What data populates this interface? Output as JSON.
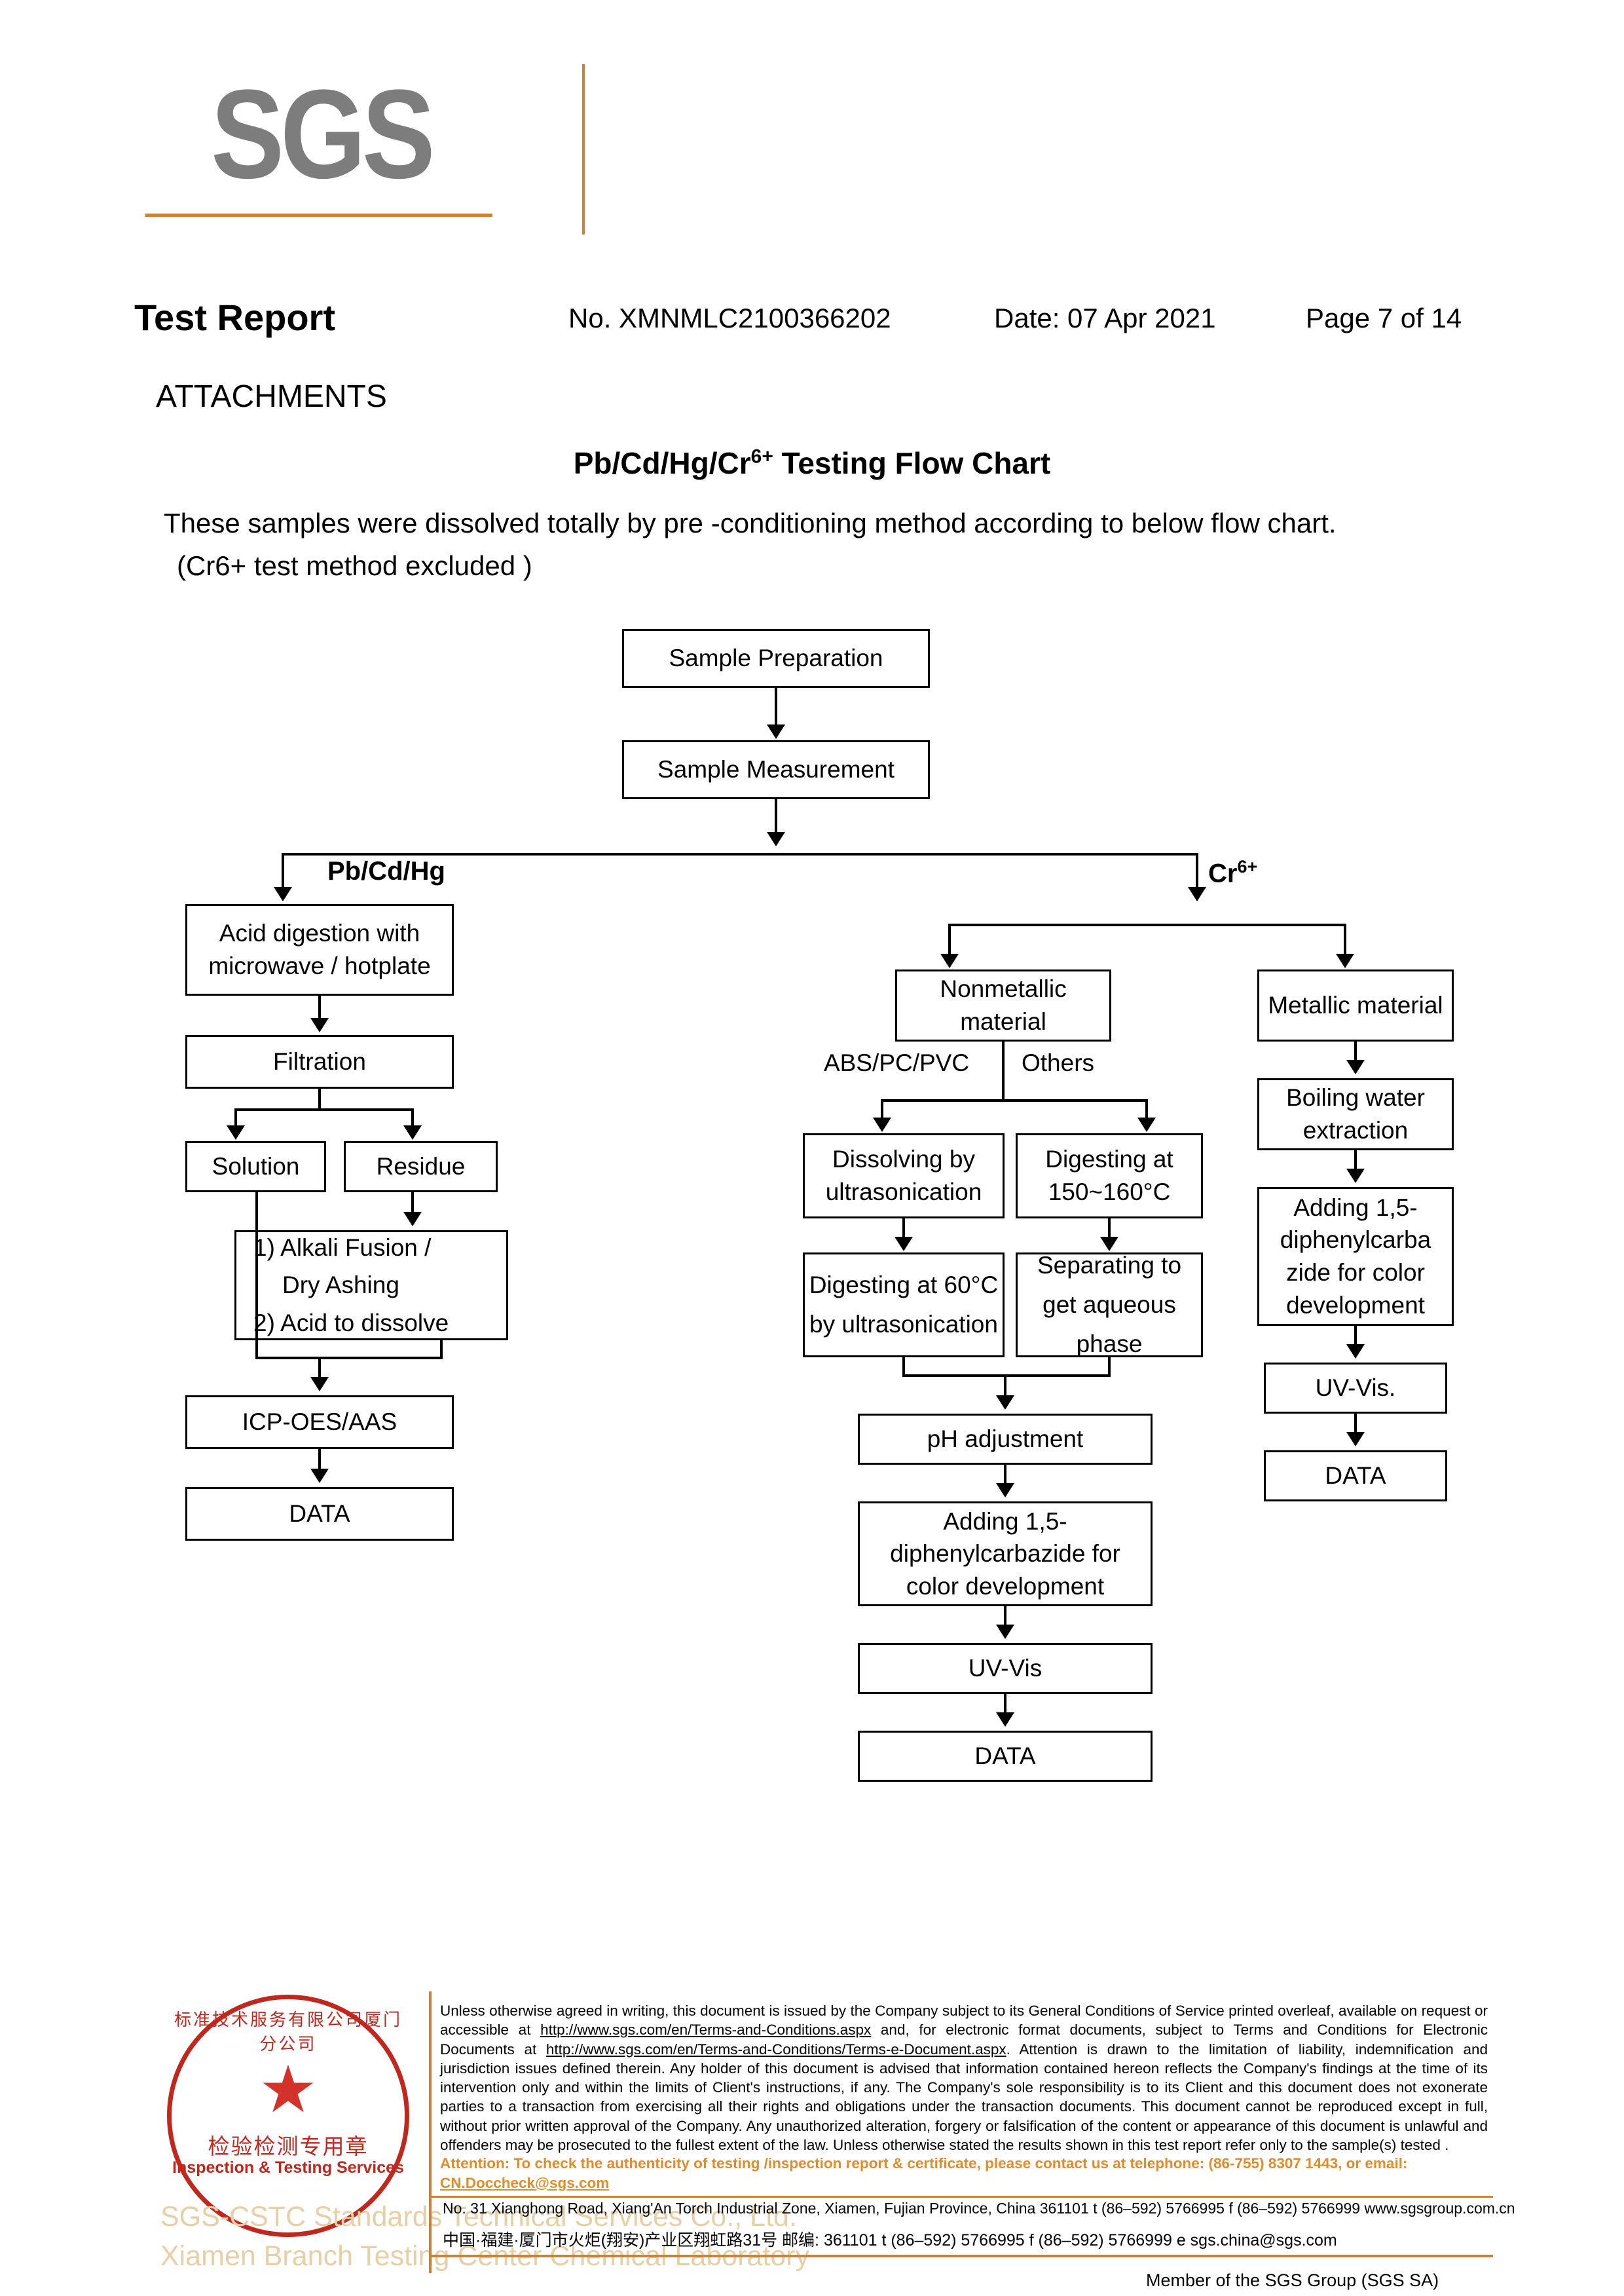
{
  "logo": {
    "text": "SGS"
  },
  "header": {
    "title": "Test Report",
    "report_no": "No. XMNMLC2100366202",
    "date": "Date: 07 Apr 2021",
    "page": "Page 7 of 14",
    "section": "ATTACHMENTS"
  },
  "flow": {
    "title_main": "Pb/Cd/Hg/Cr",
    "title_sup": "6+",
    "title_rest": " Testing Flow Chart",
    "intro_line1": "These samples were dissolved totally by pre -conditioning method according to below flow chart.",
    "intro_line2": "(Cr6+ test method excluded )"
  },
  "chart_data": {
    "type": "flowchart",
    "title": "Pb/Cd/Hg/Cr6+ Testing Flow Chart",
    "nodes": {
      "sample_preparation": "Sample Preparation",
      "sample_measurement": "Sample Measurement",
      "acid_digestion": "Acid digestion with microwave / hotplate",
      "filtration": "Filtration",
      "solution": "Solution",
      "residue": "Residue",
      "alkali_fusion_l1": "1) Alkali Fusion /",
      "alkali_fusion_l2": "Dry Ashing",
      "alkali_fusion_l3": "2) Acid to dissolve",
      "icp_oes_aas": "ICP-OES/AAS",
      "data_left": "DATA",
      "nonmetallic_material": "Nonmetallic material",
      "metallic_material": "Metallic material",
      "dissolving_ultrasonication": "Dissolving by ultrasonication",
      "digesting_150_160": "Digesting at 150~160°C",
      "digesting_60_ultrasonication": "Digesting at 60°C by ultrasonication",
      "separating_aqueous": "Separating to get aqueous phase",
      "ph_adjustment": "pH adjustment",
      "adding_dpc_mid": "Adding 1,5-diphenylcarbazide for color development",
      "uv_vis_mid": "UV-Vis",
      "data_mid": "DATA",
      "boiling_water": "Boiling water extraction",
      "adding_dpc_right": "Adding 1,5-diphenylcarbazide for color development",
      "uv_vis_right": "UV-Vis.",
      "data_right": "DATA"
    },
    "branch_labels": {
      "pb_cd_hg": "Pb/Cd/Hg",
      "cr6_base": "Cr",
      "cr6_sup": "6+",
      "abs_pc_pvc": "ABS/PC/PVC",
      "others": "Others"
    },
    "edges": [
      [
        "sample_preparation",
        "sample_measurement"
      ],
      [
        "sample_measurement",
        "acid_digestion",
        "Pb/Cd/Hg"
      ],
      [
        "sample_measurement",
        "nonmetallic_material",
        "Cr6+"
      ],
      [
        "sample_measurement",
        "metallic_material",
        "Cr6+"
      ],
      [
        "acid_digestion",
        "filtration"
      ],
      [
        "filtration",
        "solution"
      ],
      [
        "filtration",
        "residue"
      ],
      [
        "residue",
        "alkali_fusion"
      ],
      [
        "solution",
        "icp_oes_aas"
      ],
      [
        "alkali_fusion",
        "icp_oes_aas"
      ],
      [
        "icp_oes_aas",
        "data_left"
      ],
      [
        "nonmetallic_material",
        "dissolving_ultrasonication",
        "ABS/PC/PVC"
      ],
      [
        "nonmetallic_material",
        "digesting_150_160",
        "Others"
      ],
      [
        "dissolving_ultrasonication",
        "digesting_60_ultrasonication"
      ],
      [
        "digesting_150_160",
        "separating_aqueous"
      ],
      [
        "digesting_60_ultrasonication",
        "ph_adjustment"
      ],
      [
        "separating_aqueous",
        "ph_adjustment"
      ],
      [
        "ph_adjustment",
        "adding_dpc_mid"
      ],
      [
        "adding_dpc_mid",
        "uv_vis_mid"
      ],
      [
        "uv_vis_mid",
        "data_mid"
      ],
      [
        "metallic_material",
        "boiling_water"
      ],
      [
        "boiling_water",
        "adding_dpc_right"
      ],
      [
        "adding_dpc_right",
        "uv_vis_right"
      ],
      [
        "uv_vis_right",
        "data_right"
      ]
    ]
  },
  "box_text": {
    "sample_preparation": "Sample Preparation",
    "sample_measurement": "Sample Measurement",
    "acid_digestion": "Acid digestion with microwave / hotplate",
    "filtration": "Filtration",
    "solution": "Solution",
    "residue": "Residue",
    "alkali": "1) Alkali Fusion / Dry Ashing\n2) Acid to dissolve",
    "icp": "ICP-OES/AAS",
    "data_left": "DATA",
    "nonmetallic": "Nonmetallic material",
    "metallic": "Metallic material",
    "dissolving": "Dissolving by ultrasonication",
    "digest150": "Digesting at 150~160°C",
    "digest60": "Digesting at 60°C by ultrasonication",
    "separating": "Separating to get aqueous phase",
    "ph": "pH adjustment",
    "dpc_mid": "Adding 1,5-diphenylcarbazide for color development",
    "uvvis_mid": "UV-Vis",
    "data_mid": "DATA",
    "boiling": "Boiling water extraction",
    "dpc_right": "Adding 1,5-diphenylcarba zide for color development",
    "uvvis_right": "UV-Vis.",
    "data_right": "DATA"
  },
  "stamp": {
    "arc_top": "标准技术服务有限公司厦门分公司",
    "chinese": "检验检测专用章",
    "english": "Inspection & Testing Services",
    "watermark_line1": "SGS-CSTC Standards Technical Services Co., Ltd.",
    "watermark_line2": "Xiamen Branch Testing Center Chemical Laboratory"
  },
  "footer": {
    "legal_p1": "Unless otherwise agreed in writing, this document is issued by the Company subject to its General Conditions of Service printed overleaf, available on request or accessible at ",
    "legal_url1": "http://www.sgs.com/en/Terms-and-Conditions.aspx",
    "legal_p2": " and, for electronic format documents, subject to Terms and Conditions for Electronic Documents at ",
    "legal_url2": "http://www.sgs.com/en/Terms-and-Conditions/Terms-e-Document.aspx",
    "legal_p3": ". Attention is drawn to the limitation of liability, indemnification and jurisdiction issues defined therein. Any holder of this document is advised that information contained hereon reflects the Company's findings at the time of its intervention only and within the limits of Client's instructions, if any. The Company's sole responsibility is to its Client and this document does not exonerate parties to a transaction from exercising all their rights and obligations under the transaction documents. This document cannot be reproduced except in full, without prior written approval of the Company. Any unauthorized alteration, forgery or falsification of the content or appearance of this document is unlawful and offenders may be prosecuted to the fullest extent of the law. Unless otherwise stated the results shown in this test report refer only to the sample(s) tested .",
    "attention_p1": "Attention: To check the authenticity of testing /inspection report & certificate, please contact us at telephone: (86-755) 8307 1443, or email: ",
    "attention_email": "CN.Doccheck@sgs.com",
    "address_en": "No. 31 Xianghong Road, Xiang'An Torch Industrial Zone, Xiamen, Fujian Province, China 361101    t (86–592) 5766995  f (86–592) 5766999   www.sgsgroup.com.cn",
    "address_cn": "中国·福建·厦门市火炬(翔安)产业区翔虹路31号            邮编: 361101    t (86–592) 5766995  f (86–592) 5766999   e sgs.china@sgs.com",
    "member": "Member of the SGS Group (SGS SA)"
  }
}
